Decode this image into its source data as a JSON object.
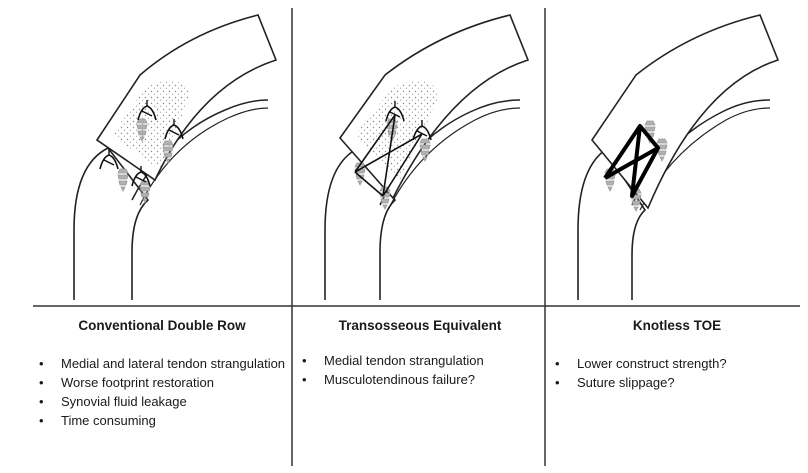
{
  "columns": [
    {
      "title": "Conventional Double Row",
      "bullets": [
        "Medial and lateral tendon strangulation",
        "Worse footprint restoration",
        "Synovial fluid leakage",
        "Time consuming"
      ]
    },
    {
      "title": "Transosseous Equivalent",
      "bullets": [
        "Medial tendon strangulation",
        "Musculotendinous failure?"
      ]
    },
    {
      "title": "Knotless TOE",
      "bullets": [
        "Lower construct strength?",
        "Suture slippage?"
      ]
    }
  ]
}
